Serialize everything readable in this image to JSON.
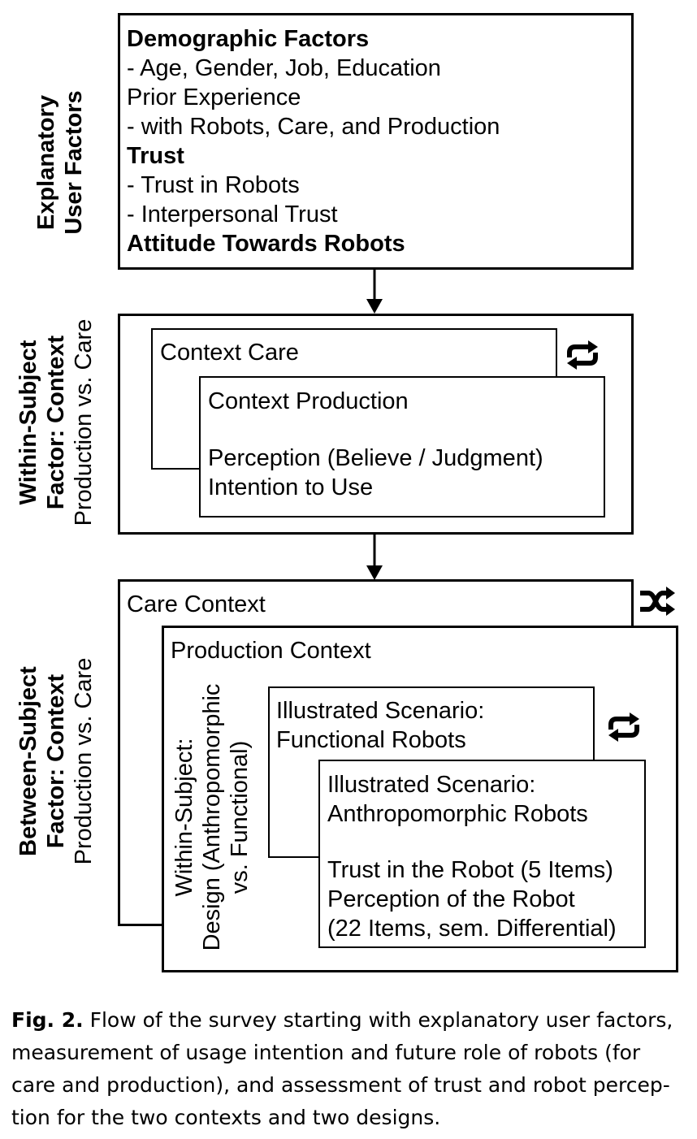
{
  "section1": {
    "side_label": [
      "Explanatory",
      "User Factors"
    ],
    "lines": [
      "Demographic Factors",
      "- Age, Gender, Job, Education",
      "Prior Experience",
      "- with Robots, Care, and Production",
      "Trust",
      "- Trust in Robots",
      "- Interpersonal Trust",
      "Attitude Towards Robots"
    ]
  },
  "section2": {
    "side_label": [
      "Within-Subject",
      "Factor: Context",
      "Production vs. Care"
    ],
    "back_card": "Context Care",
    "front_card": {
      "title": "Context Production",
      "items": [
        "Perception (Believe / Judgment)",
        "Intention to Use"
      ]
    },
    "icon": "repeat-icon"
  },
  "section3": {
    "side_label": [
      "Between-Subject",
      "Factor: Context",
      "Production vs. Care"
    ],
    "back_box": "Care Context",
    "front_box": "Production Context",
    "inner_side_label": [
      "Within-Subject:",
      "Design (Anthropomorphic",
      "vs. Functional)"
    ],
    "back_card": [
      "Illustrated Scenario:",
      "Functional Robots"
    ],
    "front_card": {
      "title": [
        "Illustrated Scenario:",
        "Anthropomorphic Robots"
      ],
      "items": [
        "Trust in the Robot (5 Items)",
        "Perception of the Robot",
        "(22 Items, sem. Differential)"
      ]
    },
    "icons": [
      "shuffle-icon",
      "repeat-icon"
    ]
  },
  "caption": {
    "label": "Fig. 2.",
    "lines": [
      "Flow of the survey starting with explanatory user factors,",
      "measurement of usage intention and future role of robots (for",
      "care and production), and assessment of trust and robot percep-",
      "tion for the two contexts and two designs."
    ]
  }
}
